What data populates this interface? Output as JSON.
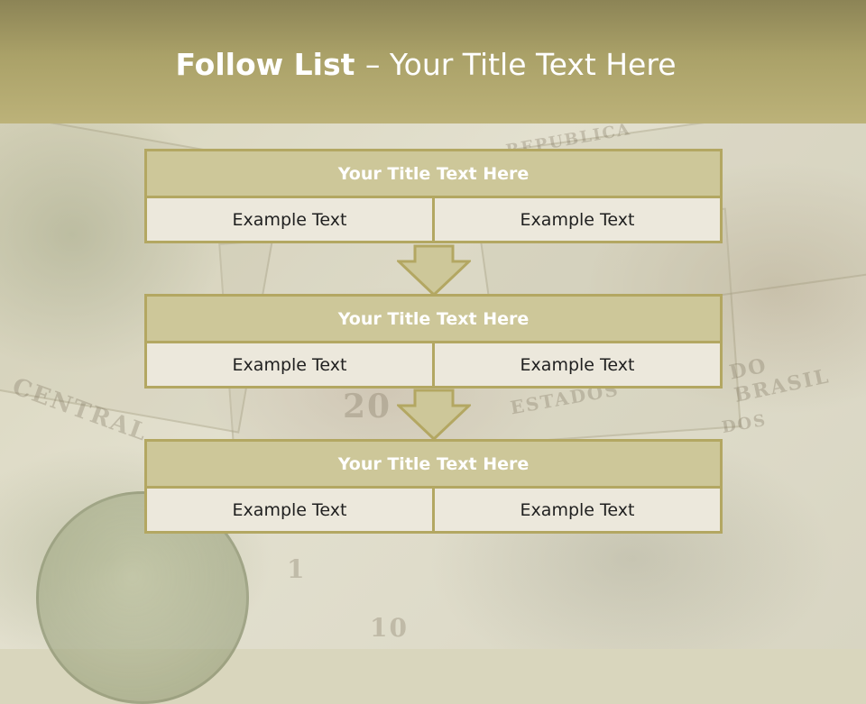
{
  "header": {
    "title_bold": "Follow List ",
    "title_rest": " – Your Title Text Here"
  },
  "blocks": [
    {
      "title": "Your Title Text Here",
      "cells": [
        "Example Text",
        "Example Text"
      ]
    },
    {
      "title": "Your Title Text Here",
      "cells": [
        "Example Text",
        "Example Text"
      ]
    },
    {
      "title": "Your Title Text Here",
      "cells": [
        "Example Text",
        "Example Text"
      ]
    }
  ],
  "background": {
    "text_1": "DO BRASIL",
    "text_2": "ESTADOS",
    "text_3": "CENTRAL",
    "text_4": "REPUBLICA",
    "text_5": "DOS",
    "numeral_1": "20",
    "numeral_2": "10",
    "numeral_3": "1"
  },
  "colors": {
    "header": "#aaa168",
    "block_title_fill": "#cdc799",
    "block_border": "#b3a762",
    "cell_fill": "#ece8dc",
    "arrow_fill": "#cdc799"
  },
  "icons": [
    "down-arrow-icon",
    "down-arrow-icon"
  ]
}
